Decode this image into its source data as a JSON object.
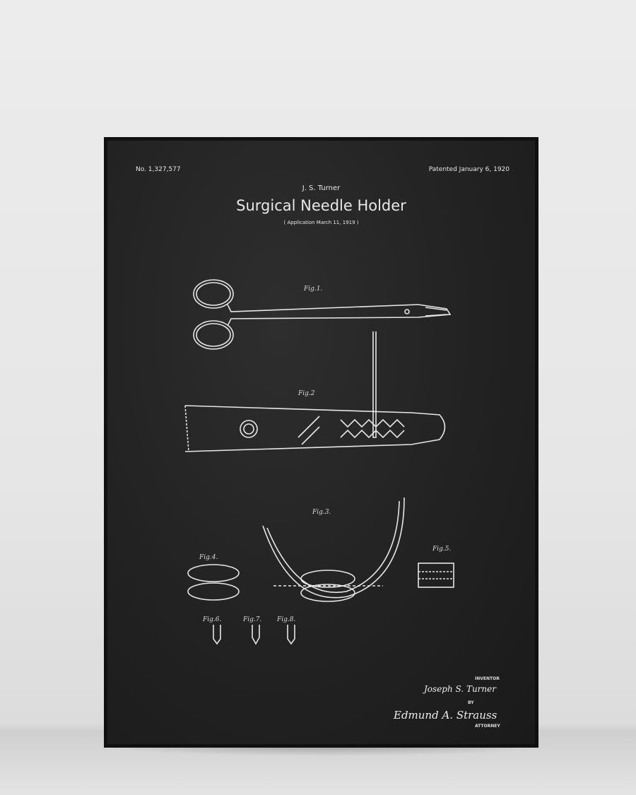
{
  "patent": {
    "number": "No. 1,327,577",
    "patented": "Patented  January 6, 1920",
    "inventor_short": "J. S. Turner",
    "title": "Surgical Needle Holder",
    "application": "( Application  March 11, 1919 )"
  },
  "figures": {
    "fig1": "Fig.1.",
    "fig2": "Fig.2",
    "fig3": "Fig.3.",
    "fig4": "Fig.4.",
    "fig5": "Fig.5.",
    "fig6": "Fig.6.",
    "fig7": "Fig.7.",
    "fig8": "Fig.8."
  },
  "signature": {
    "inventor_label": "INVENTOR",
    "inventor_name": "Joseph S. Turner",
    "by": "BY",
    "attorney_signature": "Edmund A. Strauss",
    "attorney_label": "ATTORNEY"
  }
}
